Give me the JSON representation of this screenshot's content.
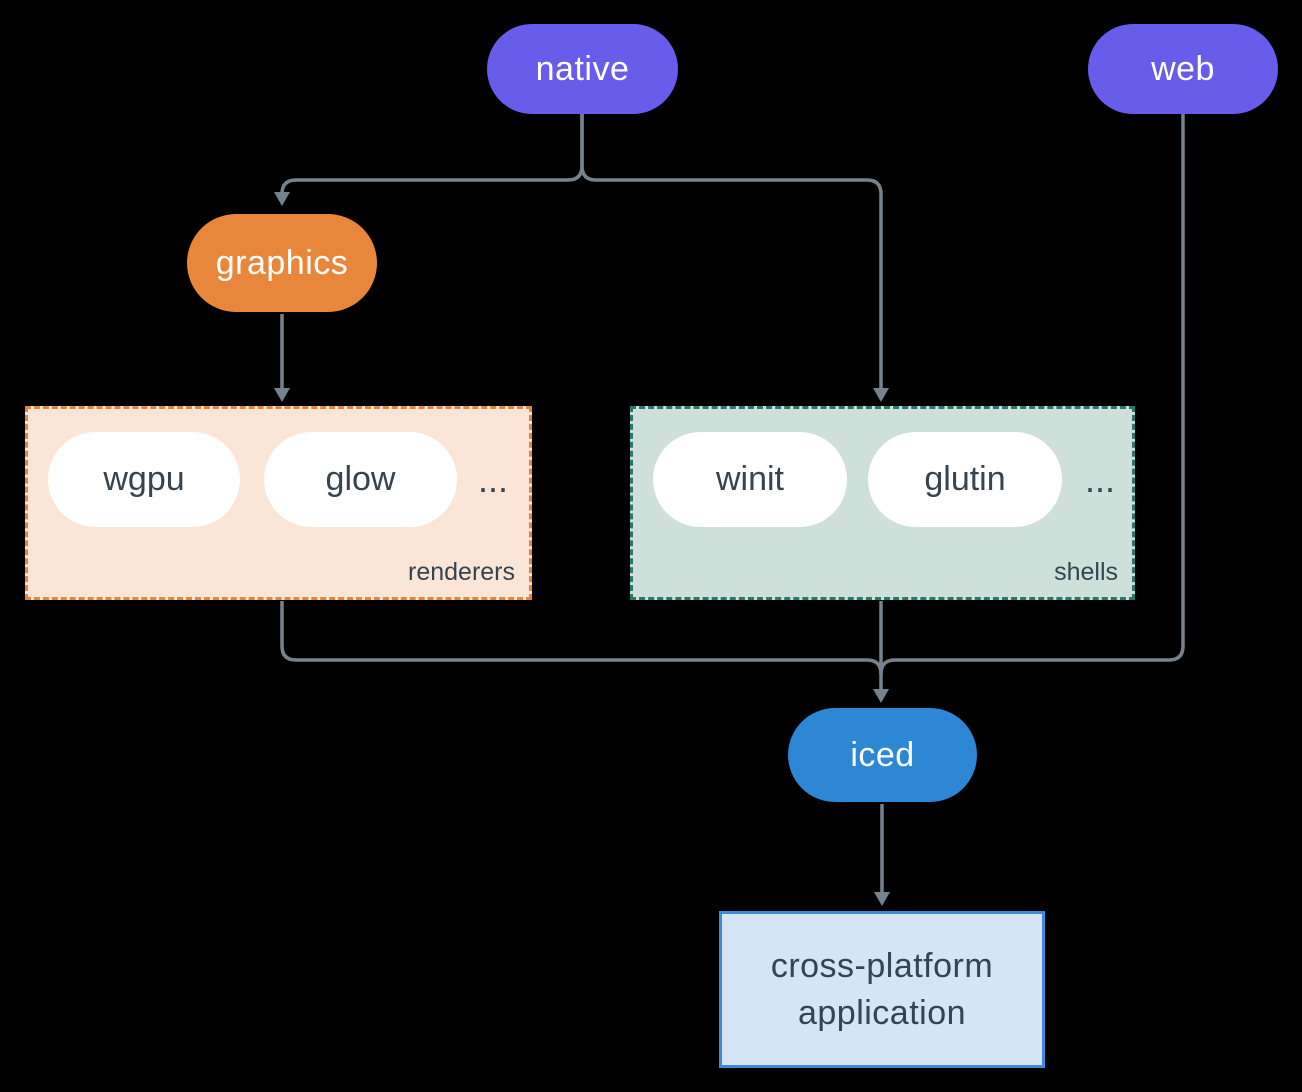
{
  "diagram": {
    "background": "#000000",
    "line_color": "#76828E",
    "text_dark": "#36444F",
    "nodes": {
      "native": {
        "label": "native",
        "color": "#685CEB"
      },
      "web": {
        "label": "web",
        "color": "#685CEB"
      },
      "graphics": {
        "label": "graphics",
        "color": "#E8873B"
      },
      "iced": {
        "label": "iced",
        "color": "#2D87D5"
      },
      "app": {
        "label_lines": [
          "cross-platform",
          "application"
        ],
        "bg": "#D4E5F6",
        "border": "#3E8BDE"
      }
    },
    "groups": {
      "renderers": {
        "label": "renderers",
        "items": [
          "wgpu",
          "glow"
        ],
        "more": "...",
        "bg": "#FAE5D6",
        "border": "#DF873E"
      },
      "shells": {
        "label": "shells",
        "items": [
          "winit",
          "glutin"
        ],
        "more": "...",
        "bg": "#CFE0DA",
        "border": "#27796A"
      }
    }
  }
}
